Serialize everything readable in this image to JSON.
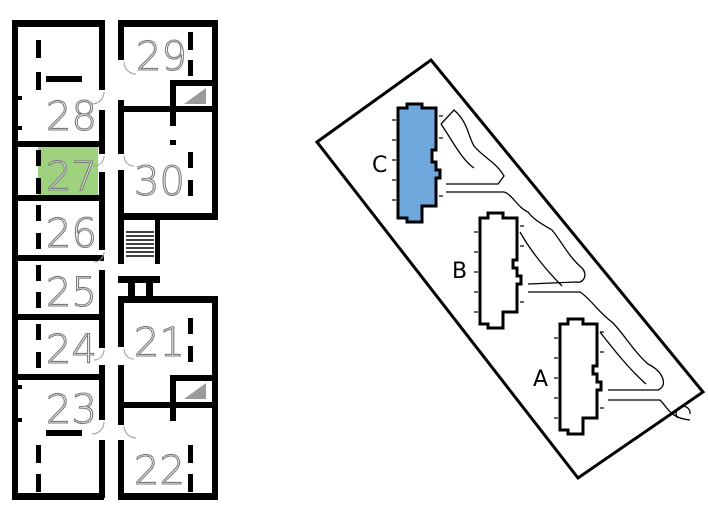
{
  "colors": {
    "wall": "#000000",
    "background": "#ffffff",
    "selected_unit": "#9ed27e",
    "selected_building": "#6fa8dc",
    "label_stroke": "#7a7a7a"
  },
  "floor_plan": {
    "units": [
      {
        "number": "29",
        "selected": false
      },
      {
        "number": "28",
        "selected": false
      },
      {
        "number": "27",
        "selected": true
      },
      {
        "number": "30",
        "selected": false
      },
      {
        "number": "26",
        "selected": false
      },
      {
        "number": "25",
        "selected": false
      },
      {
        "number": "21",
        "selected": false
      },
      {
        "number": "24",
        "selected": false
      },
      {
        "number": "23",
        "selected": false
      },
      {
        "number": "22",
        "selected": false
      }
    ]
  },
  "site_plan": {
    "buildings": [
      {
        "label": "C",
        "selected": true
      },
      {
        "label": "B",
        "selected": false
      },
      {
        "label": "A",
        "selected": false
      }
    ]
  }
}
